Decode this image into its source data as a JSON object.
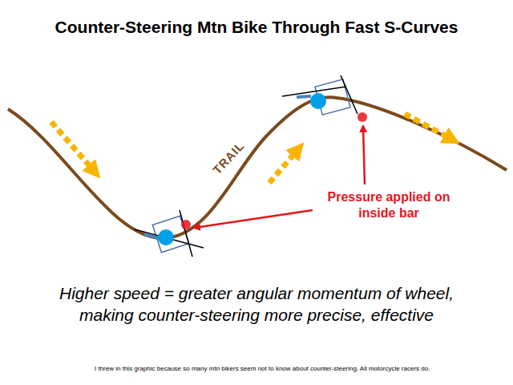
{
  "diagram": {
    "title": "Counter-Steering Mtn Bike Through Fast S-Curves",
    "caption": "Higher speed = greater angular momentum of wheel, making counter-steering more precise, effective",
    "labels": [
      "TRAIL",
      "Pressure applied on inside bar",
      "I threw in this graphic because so many mtn bikers seem not to know about counter-steering. All motorcycle racers do."
    ]
  }
}
